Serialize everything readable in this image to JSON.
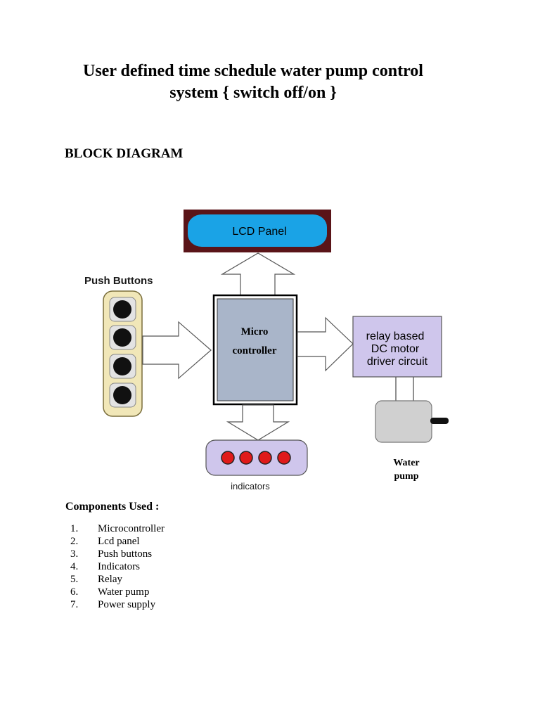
{
  "title": {
    "line1": "User defined time schedule water pump control",
    "line2": "system { switch off/on }"
  },
  "block_heading": "BLOCK DIAGRAM",
  "diagram": {
    "lcd_label": "LCD Panel",
    "push_buttons_label": "Push Buttons",
    "micro_line1": "Micro",
    "micro_line2": "controller",
    "relay_line1": "relay based",
    "relay_line2": "DC motor",
    "relay_line3": "driver circuit",
    "pump_line1": "Water",
    "pump_line2": "pump",
    "indicators_label": "indicators",
    "colors": {
      "lcd_frame": "#5a1418",
      "lcd_panel": "#1aa3e6",
      "micro_fill": "#a9b5c9",
      "relay_fill": "#cfc6ec",
      "indicator_fill": "#cfc6ec",
      "button_panel": "#f1e7b8",
      "indicator_led": "#e01a1a",
      "pump_body": "#d0d0d0"
    }
  },
  "components": {
    "heading": "Components Used :",
    "items": [
      {
        "num": "1.",
        "text": "Microcontroller"
      },
      {
        "num": "2.",
        "text": "Lcd panel"
      },
      {
        "num": "3.",
        "text": "Push buttons"
      },
      {
        "num": "4.",
        "text": "Indicators"
      },
      {
        "num": "5.",
        "text": "Relay"
      },
      {
        "num": "6.",
        "text": "Water pump"
      },
      {
        "num": "7.",
        "text": "Power supply"
      }
    ]
  }
}
